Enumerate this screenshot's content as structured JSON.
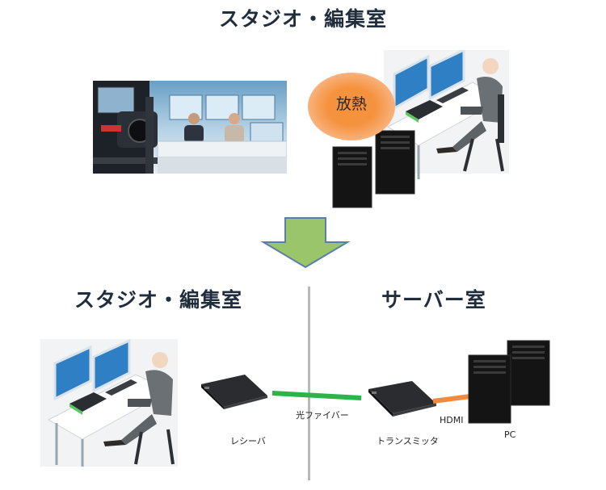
{
  "titles": {
    "top": "スタジオ・編集室",
    "bottom_left": "スタジオ・編集室",
    "bottom_right": "サーバー室"
  },
  "badges": {
    "heat": "放熱"
  },
  "labels": {
    "receiver": "レシーバ",
    "fiber": "光ファイバー",
    "transmitter": "トランスミッタ",
    "hdmi": "HDMI",
    "pc": "PC"
  },
  "colors": {
    "fiber_cable": "#2db34a",
    "hdmi_cable": "#f08a3c",
    "arrow_fill": "#9bc56a",
    "arrow_stroke": "#5a7fa8",
    "heat_fill": "#f5923e",
    "divider": "#b8b8b8"
  }
}
